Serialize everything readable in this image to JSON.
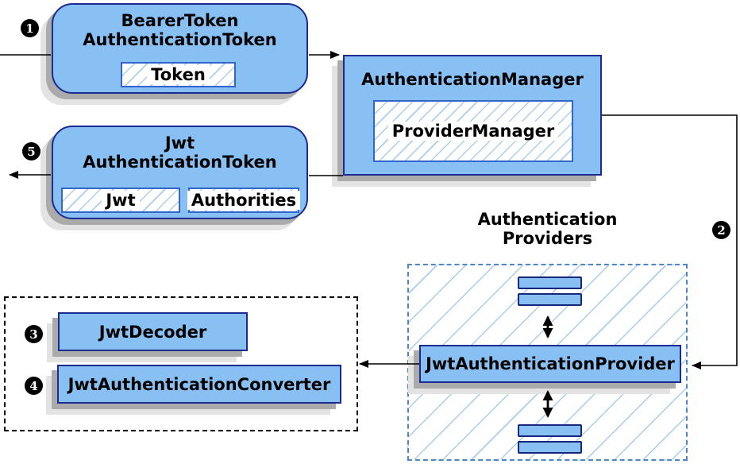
{
  "nodes": {
    "bearer_token": {
      "line1": "BearerToken",
      "line2": "AuthenticationToken",
      "field": "Token"
    },
    "authentication_manager": {
      "title": "AuthenticationManager",
      "field": "ProviderManager"
    },
    "jwt_authentication_token": {
      "line1": "Jwt",
      "line2": "AuthenticationToken",
      "field1": "Jwt",
      "field2": "Authorities"
    },
    "authentication_providers": {
      "line1": "Authentication",
      "line2": "Providers"
    },
    "jwt_authentication_provider": {
      "title": "JwtAuthenticationProvider"
    },
    "jwt_decoder": {
      "title": "JwtDecoder"
    },
    "jwt_authentication_converter": {
      "title": "JwtAuthenticationConverter"
    }
  },
  "badges": {
    "step1": "1",
    "step2": "2",
    "step3": "3",
    "step4": "4",
    "step5": "5"
  },
  "colors": {
    "node_fill": "#89C0F4",
    "node_border": "#1B2B8F",
    "field_border": "#3366CC",
    "hatch_line": "#A9CFF2",
    "providers_dash_border": "#4E86C6",
    "black_dash_border": "#000000",
    "shadow_dark": "#ABABAB",
    "shadow_light": "#E3E3E3",
    "connector": "#000000",
    "badge_bg": "#000000",
    "badge_text": "#FFFFFF"
  }
}
